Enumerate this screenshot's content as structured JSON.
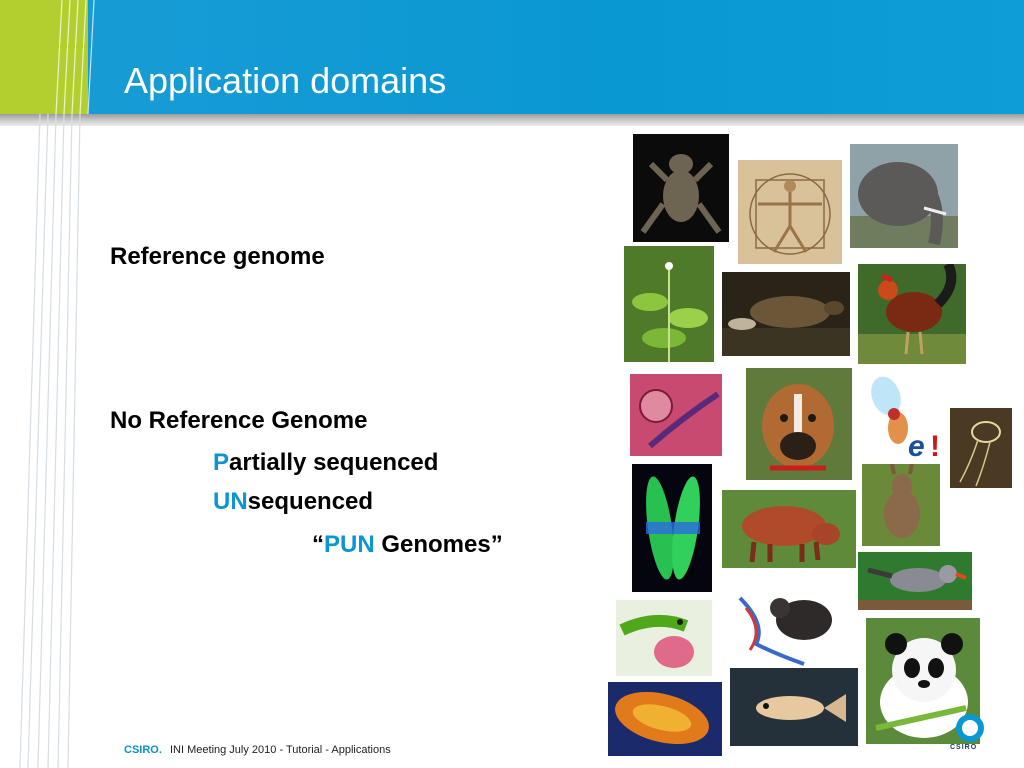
{
  "slide": {
    "title": "Application domains",
    "reference_genome": "Reference genome",
    "no_reference_genome": "No Reference Genome",
    "partially_prefix": "P",
    "partially_rest": "artially sequenced",
    "unsequenced_prefix": "UN",
    "unsequenced_rest": "sequenced",
    "pun_open": "“",
    "pun_word": "PUN",
    "pun_rest": " Genomes”"
  },
  "footer": {
    "brand": "CSIRO.",
    "text": "INI Meeting July 2010 - Tutorial - Applications",
    "logo_word": "CSIRO"
  },
  "colors": {
    "header_blue": "#0a98d2",
    "header_green": "#b3cf2f",
    "highlight": "#0d95d0"
  },
  "images": [
    "frog-photo",
    "vitruvian-man-photo",
    "elephant-photo",
    "plant-photo",
    "platypus-photo",
    "rooster-photo",
    "tissue-microscopy-photo",
    "boxer-dog-photo",
    "fruit-fly-icon",
    "jellyfish-photo",
    "chromosome-microscopy-photo",
    "pig-photo",
    "wallaby-photo",
    "zebra-finch-photo",
    "lizard-photo",
    "mouse-dna-photo",
    "panda-photo",
    "orange-cell-photo",
    "fish-photo"
  ]
}
